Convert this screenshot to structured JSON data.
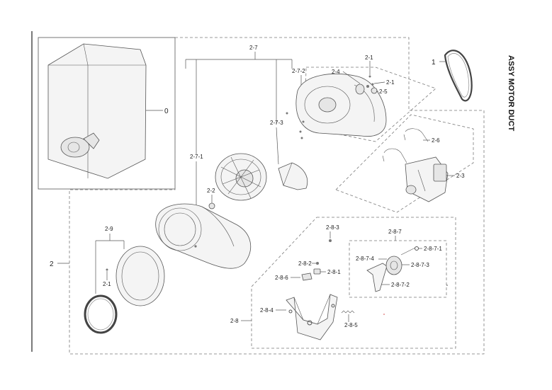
{
  "title": "ASSY MOTOR DUCT",
  "labels": {
    "l0": "0",
    "l1": "1",
    "l2": "2",
    "l2_1a": "2-1",
    "l2_1b": "2-1",
    "l2_1c": "2-1",
    "l2_2": "2-2",
    "l2_3": "2-3",
    "l2_4": "2-4",
    "l2_5": "2-5",
    "l2_6": "2-6",
    "l2_7": "2-7",
    "l2_7_1": "2-7-1",
    "l2_7_2": "2-7-2",
    "l2_7_3": "2-7-3",
    "l2_8": "2-8",
    "l2_8_1": "2-8-1",
    "l2_8_2": "2-8-2",
    "l2_8_3": "2-8-3",
    "l2_8_4": "2-8-4",
    "l2_8_5": "2-8-5",
    "l2_8_6": "2-8-6",
    "l2_8_7": "2-8-7",
    "l2_8_7_1": "2-8-7-1",
    "l2_8_7_2": "2-8-7-2",
    "l2_8_7_3": "2-8-7-3",
    "l2_8_7_4": "2-8-7-4",
    "l2_9": "2-9"
  }
}
